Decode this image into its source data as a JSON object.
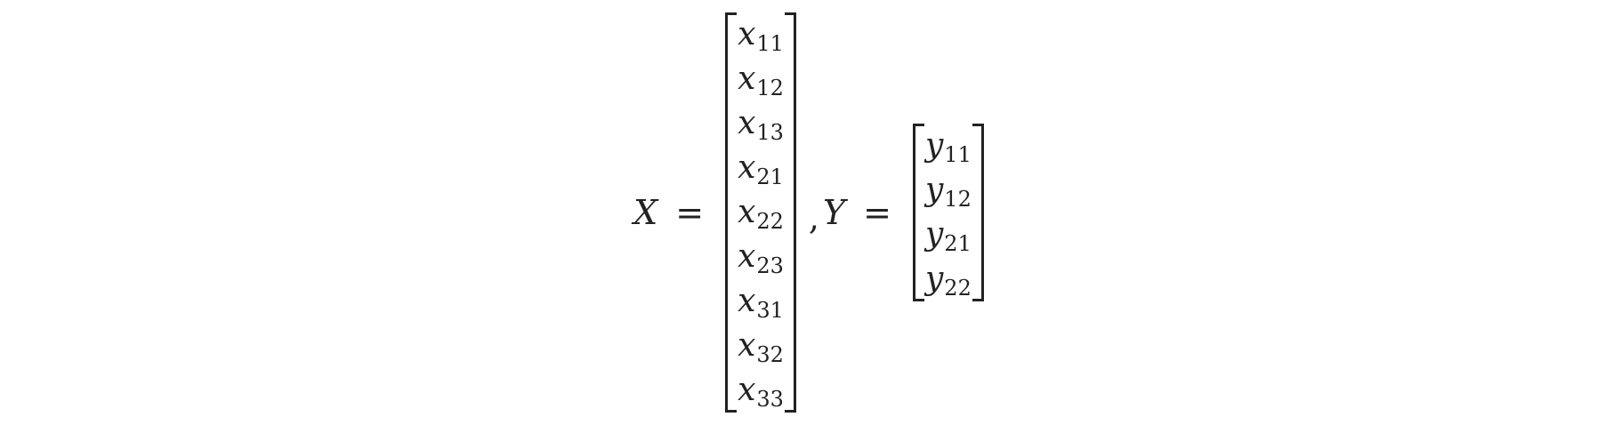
{
  "equation": {
    "lhs_x": "X",
    "equals": "=",
    "separator": ",",
    "lhs_y": "Y",
    "vector_x": [
      {
        "base": "x",
        "sub": "11"
      },
      {
        "base": "x",
        "sub": "12"
      },
      {
        "base": "x",
        "sub": "13"
      },
      {
        "base": "x",
        "sub": "21"
      },
      {
        "base": "x",
        "sub": "22"
      },
      {
        "base": "x",
        "sub": "23"
      },
      {
        "base": "x",
        "sub": "31"
      },
      {
        "base": "x",
        "sub": "32"
      },
      {
        "base": "x",
        "sub": "33"
      }
    ],
    "vector_y": [
      {
        "base": "y",
        "sub": "11"
      },
      {
        "base": "y",
        "sub": "12"
      },
      {
        "base": "y",
        "sub": "21"
      },
      {
        "base": "y",
        "sub": "22"
      }
    ]
  }
}
